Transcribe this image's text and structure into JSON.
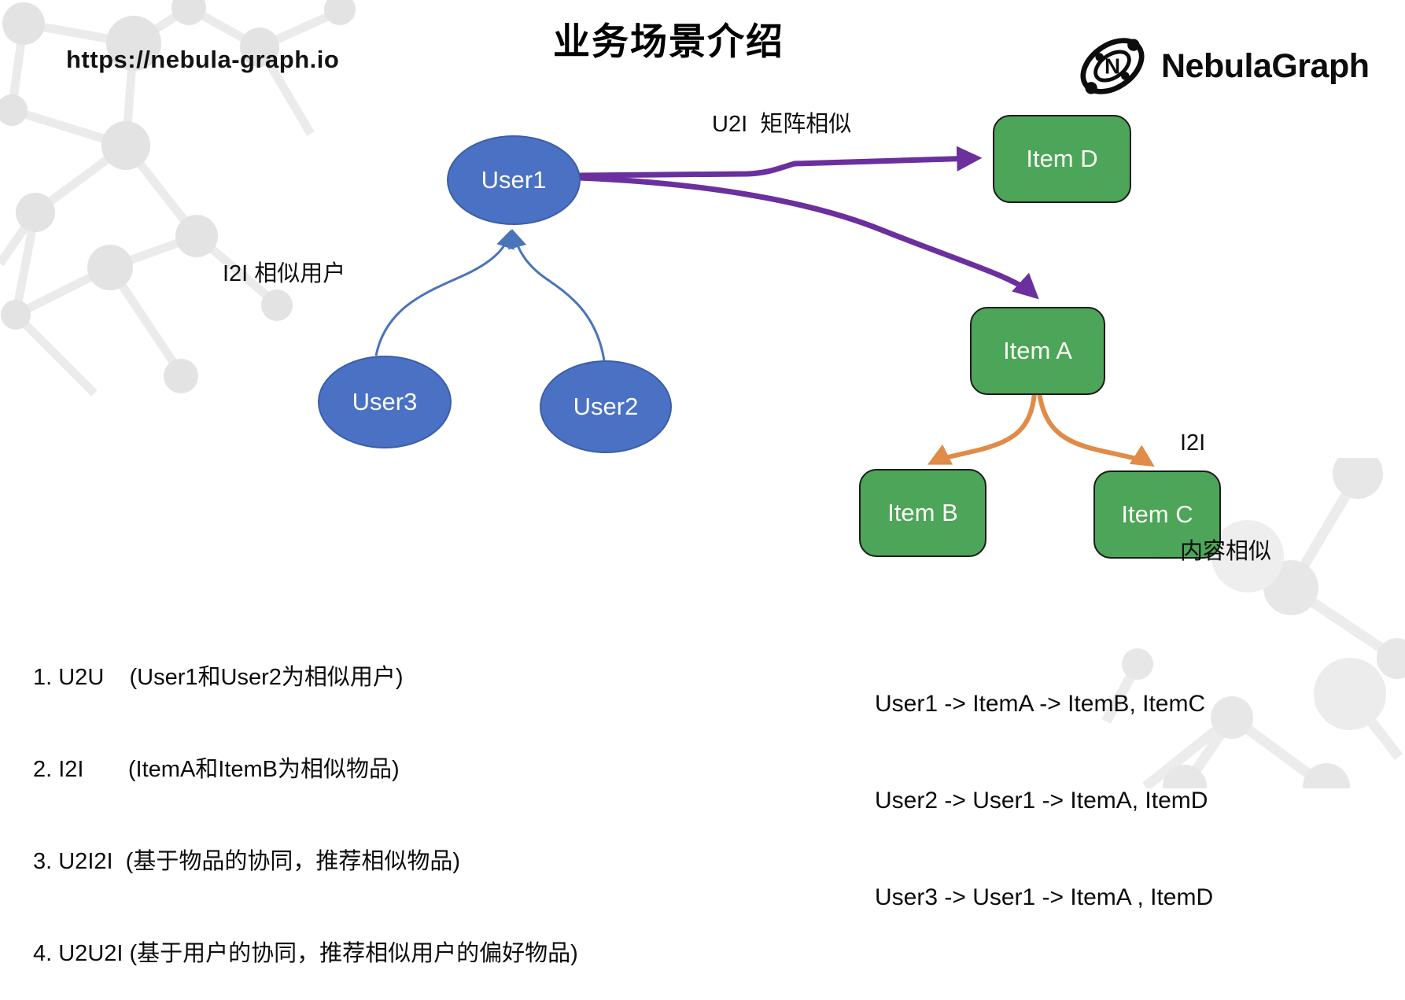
{
  "page": {
    "title": "业务场景介绍",
    "url": "https://nebula-graph.io"
  },
  "logo": {
    "text": "NebulaGraph",
    "icon_letter": "N"
  },
  "nodes": {
    "user1": "User1",
    "user2": "User2",
    "user3": "User3",
    "item_a": "Item A",
    "item_b": "Item B",
    "item_c": "Item C",
    "item_d": "Item D"
  },
  "edge_labels": {
    "u2i": "U2I  矩阵相似",
    "u2u": "I2I 相似用户",
    "i2i_line1": "I2I",
    "i2i_line2": "内容相似"
  },
  "notes_left": [
    "1. U2U    (User1和User2为相似用户)",
    "2. I2I       (ItemA和ItemB为相似物品)",
    "3. U2I2I  (基于物品的协同，推荐相似物品)",
    "4. U2U2I (基于用户的协同，推荐相似用户的偏好物品)"
  ],
  "notes_right": [
    "User1 -> ItemA -> ItemB, ItemC",
    "User2 -> User1 -> ItemA, ItemD",
    "User3 -> User1 -> ItemA , ItemD"
  ],
  "colors": {
    "user_fill": "#4a71c4",
    "user_border": "#3b5ea9",
    "item_fill": "#4ca558",
    "item_border": "#1c1c1c",
    "edge_purple": "#6b2f9e",
    "edge_orange": "#e08b47",
    "edge_blue": "#4a74ba",
    "pattern_gray": "#e6e6e6"
  }
}
